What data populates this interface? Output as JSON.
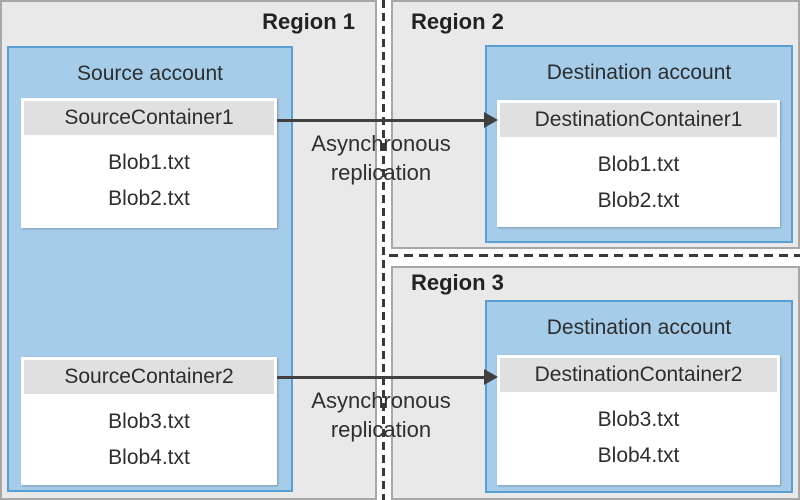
{
  "regions": [
    {
      "label": "Region 1"
    },
    {
      "label": "Region 2"
    },
    {
      "label": "Region 3"
    }
  ],
  "accounts": {
    "source": {
      "title": "Source account"
    },
    "dest_r2": {
      "title": "Destination account"
    },
    "dest_r3": {
      "title": "Destination account"
    }
  },
  "containers": {
    "source1": {
      "name": "SourceContainer1",
      "blobs": [
        "Blob1.txt",
        "Blob2.txt"
      ]
    },
    "source2": {
      "name": "SourceContainer2",
      "blobs": [
        "Blob3.txt",
        "Blob4.txt"
      ]
    },
    "dest1": {
      "name": "DestinationContainer1",
      "blobs": [
        "Blob1.txt",
        "Blob2.txt"
      ]
    },
    "dest2": {
      "name": "DestinationContainer2",
      "blobs": [
        "Blob3.txt",
        "Blob4.txt"
      ]
    }
  },
  "replication": [
    {
      "line1": "Asynchronous",
      "line2": "replication"
    },
    {
      "line1": "Asynchronous",
      "line2": "replication"
    }
  ],
  "colors": {
    "region_fill": "#e9e9e9",
    "region_border": "#a7a7a7",
    "account_fill": "#a5cdea",
    "account_border": "#5a9fd4",
    "container_header": "#e0e0e0",
    "container_body": "#ffffff",
    "divider": "#3a3a3a",
    "arrow": "#404040",
    "text": "#2d2d2d"
  }
}
